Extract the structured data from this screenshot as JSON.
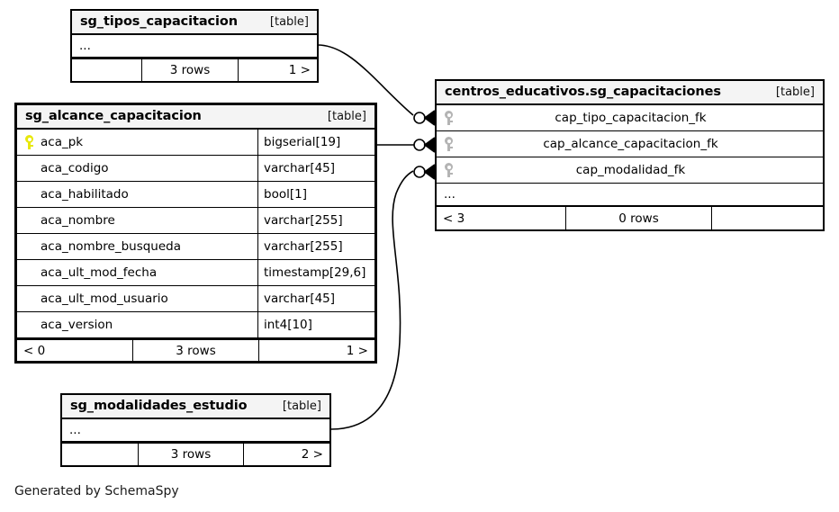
{
  "diagram": {
    "generator_note": "Generated by SchemaSpy",
    "table_kind_label": "[table]",
    "ellipsis": "...",
    "colors": {
      "background": "#ffffff",
      "border": "#000000",
      "header_fill": "#f4f4f4",
      "primary_key_icon": "#e8e80d",
      "foreign_key_icon": "#b4b4b4"
    }
  },
  "tables": {
    "tipos": {
      "name": "sg_tipos_capacitacion",
      "kind": "[table]",
      "ellipsis": "...",
      "footer": {
        "left": "",
        "center": "3 rows",
        "right": "1 >"
      }
    },
    "alcance": {
      "name": "sg_alcance_capacitacion",
      "kind": "[table]",
      "columns": [
        {
          "key": "pk",
          "name": "aca_pk",
          "type": "bigserial[19]"
        },
        {
          "key": "none",
          "name": "aca_codigo",
          "type": "varchar[45]"
        },
        {
          "key": "none",
          "name": "aca_habilitado",
          "type": "bool[1]"
        },
        {
          "key": "none",
          "name": "aca_nombre",
          "type": "varchar[255]"
        },
        {
          "key": "none",
          "name": "aca_nombre_busqueda",
          "type": "varchar[255]"
        },
        {
          "key": "none",
          "name": "aca_ult_mod_fecha",
          "type": "timestamp[29,6]"
        },
        {
          "key": "none",
          "name": "aca_ult_mod_usuario",
          "type": "varchar[45]"
        },
        {
          "key": "none",
          "name": "aca_version",
          "type": "int4[10]"
        }
      ],
      "footer": {
        "left": "< 0",
        "center": "3 rows",
        "right": "1 >"
      }
    },
    "capacitaciones": {
      "name": "centros_educativos.sg_capacitaciones",
      "kind": "[table]",
      "columns": [
        {
          "key": "fk",
          "name": "cap_tipo_capacitacion_fk"
        },
        {
          "key": "fk",
          "name": "cap_alcance_capacitacion_fk"
        },
        {
          "key": "fk",
          "name": "cap_modalidad_fk"
        }
      ],
      "ellipsis": "...",
      "footer": {
        "left": "< 3",
        "center": "0 rows",
        "right": ""
      }
    },
    "modalidades": {
      "name": "sg_modalidades_estudio",
      "kind": "[table]",
      "ellipsis": "...",
      "footer": {
        "left": "",
        "center": "3 rows",
        "right": "2 >"
      }
    }
  },
  "relationships": [
    {
      "id": "rel-tipos",
      "from": "sg_tipos_capacitacion",
      "to": "cap_tipo_capacitacion_fk",
      "notation": "zero-or-many"
    },
    {
      "id": "rel-alcance",
      "from": "aca_pk",
      "to": "cap_alcance_capacitacion_fk",
      "notation": "zero-or-many"
    },
    {
      "id": "rel-modalidades",
      "from": "sg_modalidades_estudio",
      "to": "cap_modalidad_fk",
      "notation": "zero-or-many"
    }
  ]
}
